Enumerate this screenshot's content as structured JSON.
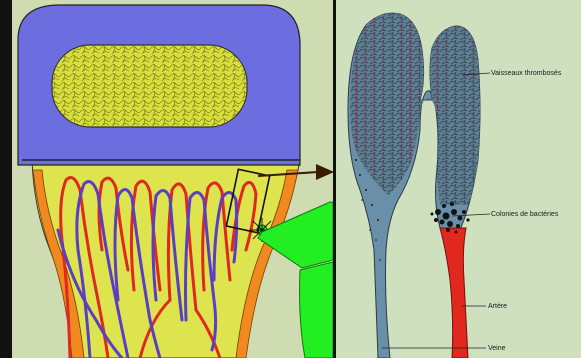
{
  "labels": {
    "thrombosed": "Vaisseaux thrombosés",
    "bacteria": "Colonies de bactéries",
    "artery": "Artère",
    "vein": "Veine"
  },
  "colors": {
    "cartilage": "#6c6ee0",
    "spongy_bone": "#d8df3a",
    "metaphysis": "#dde44d",
    "cortex": "#f08a20",
    "artery": "#e0281e",
    "vein": "#5a3fc4",
    "panel_bg": "#cfe0bf",
    "blood_blue": "#6a8fa8",
    "bacteria": "#111111",
    "focus": "#22ee22"
  }
}
